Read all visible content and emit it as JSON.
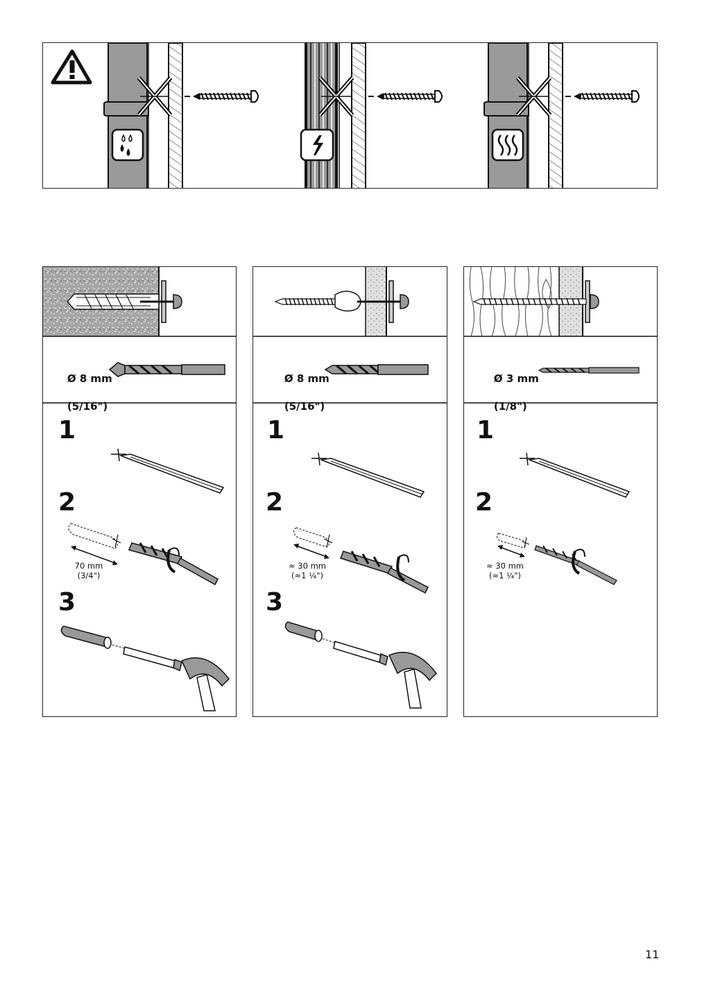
{
  "page": {
    "number": "11"
  },
  "warning_panel": {
    "icons": [
      "warning-triangle-icon",
      "water-drops-icon",
      "electricity-icon",
      "heat-icon"
    ]
  },
  "columns": [
    {
      "wall": "concrete",
      "drill": {
        "size": "Ø 8 mm",
        "size_imperial": "(5/16\")"
      },
      "steps": [
        "1",
        "2",
        "3"
      ],
      "depth": {
        "metric": "70 mm",
        "imperial": "(3/4\")"
      }
    },
    {
      "wall": "plasterboard",
      "drill": {
        "size": "Ø 8 mm",
        "size_imperial": "(5/16\")"
      },
      "steps": [
        "1",
        "2",
        "3"
      ],
      "depth": {
        "metric": "≈ 30 mm",
        "imperial": "(≈1 ¼\")"
      }
    },
    {
      "wall": "wood",
      "drill": {
        "size": "Ø 3 mm",
        "size_imperial": "(1/8\")"
      },
      "steps": [
        "1",
        "2"
      ],
      "depth": {
        "metric": "≈ 30 mm",
        "imperial": "(≈1 ¼\")"
      }
    }
  ]
}
